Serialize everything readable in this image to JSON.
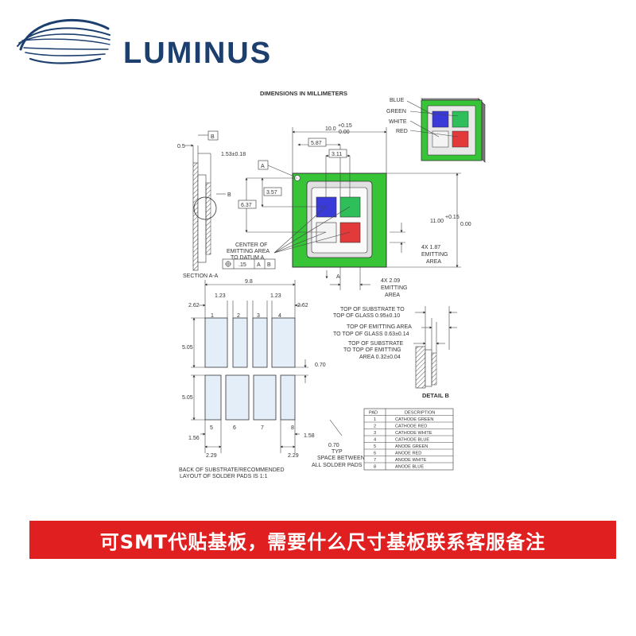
{
  "brand": {
    "name": "LUMINUS",
    "color": "#1c3f6e"
  },
  "drawing": {
    "title": "DIMENSIONS IN MILLIMETERS",
    "colors": {
      "blue": "#3a3ad8",
      "green": "#2fbf5a",
      "red": "#e23a3a",
      "white": "#f4f4f4",
      "board": "#37c437"
    },
    "legend": {
      "blue": "BLUE",
      "green": "GREEN",
      "white": "WHITE",
      "red": "RED"
    },
    "section": {
      "label": "SECTION A-A",
      "dim_05": "0.5",
      "dim_153": "1.53±0.18",
      "datum_b": "B",
      "callout_b": "B"
    },
    "top": {
      "width": "10.0",
      "width_tol_hi": "+0.15",
      "width_tol_lo": "0.00",
      "d587": "5.87",
      "d311": "3.11",
      "d357": "3.57",
      "d637": "6.37",
      "height": "11.00",
      "height_tol_hi": "+0.15",
      "height_tol_lo": "0.00",
      "datum_a": "A",
      "section_a": "A",
      "center_note_1": "CENTER OF",
      "center_note_2": "EMITTING AREA",
      "center_note_3": "TO DATUM A",
      "fcf_tol": ".15",
      "fcf_a": "A",
      "fcf_b": "B",
      "emit_w_1": "4X 1.87",
      "emit_w_2": "EMITTING",
      "emit_w_3": "AREA",
      "emit_h_1": "4X 2.09",
      "emit_h_2": "EMITTING",
      "emit_h_3": "AREA"
    },
    "pads": {
      "d98": "9.8",
      "d262": "2.62",
      "d123": "1.23",
      "d505": "5.05",
      "d070": "0.70",
      "d156": "1.56",
      "d229": "2.29",
      "d158": "1.58",
      "labels": [
        "1",
        "2",
        "3",
        "4",
        "5",
        "6",
        "7",
        "8"
      ],
      "space_note_1": "0.70",
      "space_note_2": "TYP",
      "space_note_3": "SPACE BETWEEN",
      "space_note_4": "ALL SOLDER PADS",
      "back_note_1": "BACK OF SUBSTRATE/RECOMMENDED",
      "back_note_2": "LAYOUT OF SOLDER PADS IS 1:1"
    },
    "detail": {
      "n1a": "TOP OF SUBSTRATE TO",
      "n1b": "TOP OF GLASS 0.95±0.10",
      "n2a": "TOP OF EMITTING AREA",
      "n2b": "TO TOP OF GLASS 0.63±0.14",
      "n3a": "TOP OF SUBSTRATE",
      "n3b": "TO TOP OF EMITTING",
      "n3c": "AREA 0.32±0.04",
      "label": "DETAIL B"
    },
    "pad_table": {
      "headers": [
        "PAD",
        "DESCRIPTION"
      ],
      "rows": [
        [
          "1",
          "CATHODE GREEN"
        ],
        [
          "2",
          "CATHODE RED"
        ],
        [
          "3",
          "CATHODE WHITE"
        ],
        [
          "4",
          "CATHODE BLUE"
        ],
        [
          "5",
          "ANODE GREEN"
        ],
        [
          "6",
          "ANODE RED"
        ],
        [
          "7",
          "ANODE WHITE"
        ],
        [
          "8",
          "ANODE BLUE"
        ]
      ]
    }
  },
  "banner": {
    "text": "可SMT代贴基板，需要什么尺寸基板联系客服备注",
    "color": "#e02020"
  }
}
